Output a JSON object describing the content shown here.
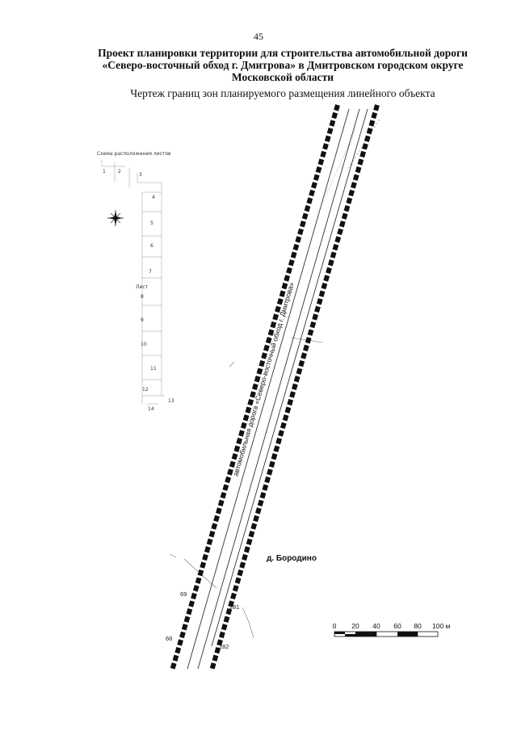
{
  "page_number": "45",
  "title": {
    "line1": "Проект планировки территории для строительства автомобильной дороги",
    "line2": "«Северо-восточный обход г. Дмитрова» в Дмитровском городском округе",
    "line3": "Московской области"
  },
  "subtitle": "Чертеж границ зон планируемого размещения линейного объекта",
  "key_map": {
    "title": "Схема расположения листов",
    "sheet_word": "Лист",
    "sheets": [
      "1",
      "2",
      "3",
      "4",
      "5",
      "6",
      "7",
      "8",
      "9",
      "10",
      "11",
      "12",
      "13",
      "14"
    ]
  },
  "road_label": "автомобильная дорога «Северо-восточный обход г. Дмитрова»",
  "settlement_label": "д. Бородино",
  "point_labels": [
    "69",
    "281",
    "68",
    "282"
  ],
  "scale_bar": {
    "ticks": [
      "0",
      "20",
      "40",
      "60",
      "80",
      "100 м"
    ]
  },
  "colors": {
    "boundary": "#111111",
    "line": "#333333"
  }
}
